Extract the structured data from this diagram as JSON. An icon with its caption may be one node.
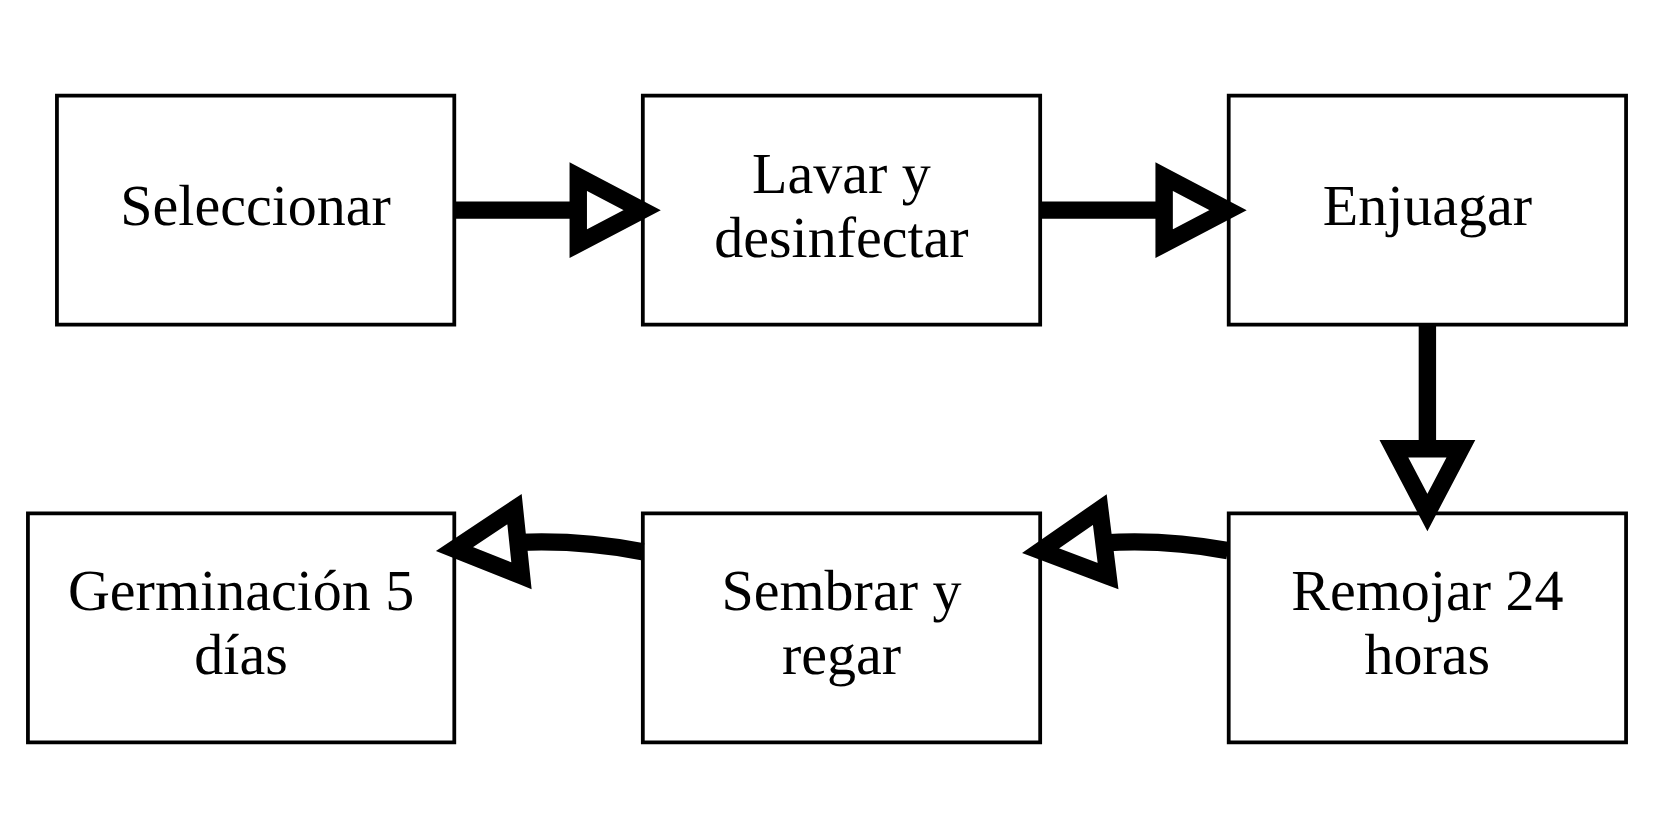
{
  "diagram": {
    "nodes": [
      {
        "text": [
          "Seleccionar"
        ]
      },
      {
        "text": [
          "Lavar y desinfectar"
        ]
      },
      {
        "text": [
          "Enjuagar"
        ]
      },
      {
        "text": [
          "Remojar 24 horas"
        ]
      },
      {
        "text": [
          "Sembrar y regar"
        ]
      },
      {
        "text": [
          "Germinación 5 días"
        ]
      }
    ],
    "edges": [
      {
        "from": 0,
        "to": 1,
        "arrow": "to"
      },
      {
        "from": 1,
        "to": 2,
        "arrow": "to"
      },
      {
        "from": 2,
        "to": 3,
        "arrow": "to"
      },
      {
        "from": 3,
        "to": 4,
        "arrow": "to"
      },
      {
        "from": 4,
        "to": 5,
        "arrow": "to"
      }
    ]
  }
}
